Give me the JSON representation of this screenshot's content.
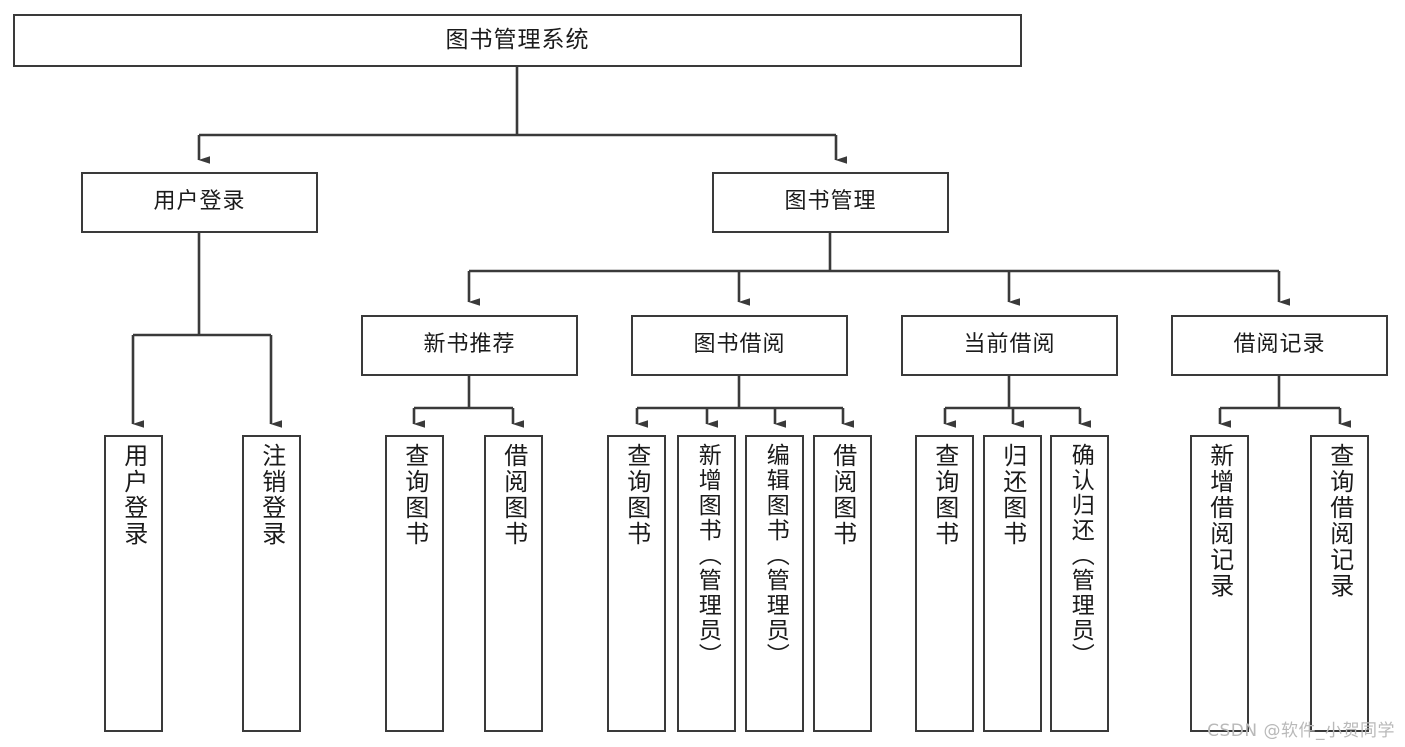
{
  "diagram": {
    "type": "tree-hierarchy",
    "root": {
      "id": "root",
      "label": "图书管理系统"
    },
    "level1": [
      {
        "id": "user-login",
        "label": "用户登录"
      },
      {
        "id": "book-manage",
        "label": "图书管理"
      }
    ],
    "level2": [
      {
        "id": "new-book-rec",
        "label": "新书推荐",
        "parent": "book-manage"
      },
      {
        "id": "book-borrow",
        "label": "图书借阅",
        "parent": "book-manage"
      },
      {
        "id": "current-borrow",
        "label": "当前借阅",
        "parent": "book-manage"
      },
      {
        "id": "borrow-record",
        "label": "借阅记录",
        "parent": "book-manage"
      }
    ],
    "leaves": [
      {
        "id": "leaf-user-login",
        "label": "用户登录",
        "parent": "user-login"
      },
      {
        "id": "leaf-logout",
        "label": "注销登录",
        "parent": "user-login"
      },
      {
        "id": "leaf-query-book-1",
        "label": "查询图书",
        "parent": "new-book-rec"
      },
      {
        "id": "leaf-borrow-book-1",
        "label": "借阅图书",
        "parent": "new-book-rec"
      },
      {
        "id": "leaf-query-book-2",
        "label": "查询图书",
        "parent": "book-borrow"
      },
      {
        "id": "leaf-add-book",
        "label": "新增图书（管理员）",
        "parent": "book-borrow"
      },
      {
        "id": "leaf-edit-book",
        "label": "编辑图书（管理员）",
        "parent": "book-borrow"
      },
      {
        "id": "leaf-borrow-book-2",
        "label": "借阅图书",
        "parent": "book-borrow"
      },
      {
        "id": "leaf-query-book-3",
        "label": "查询图书",
        "parent": "current-borrow"
      },
      {
        "id": "leaf-return-book",
        "label": "归还图书",
        "parent": "current-borrow"
      },
      {
        "id": "leaf-confirm-return",
        "label": "确认归还（管理员）",
        "parent": "current-borrow"
      },
      {
        "id": "leaf-add-record",
        "label": "新增借阅记录",
        "parent": "borrow-record"
      },
      {
        "id": "leaf-query-record",
        "label": "查询借阅记录",
        "parent": "borrow-record"
      }
    ],
    "colors": {
      "stroke": "#3a3a3a",
      "background": "#ffffff",
      "text": "#1b1b1b",
      "watermark": "#b9b9b9"
    }
  },
  "watermark": {
    "text": "CSDN @软件_小贺同学"
  }
}
